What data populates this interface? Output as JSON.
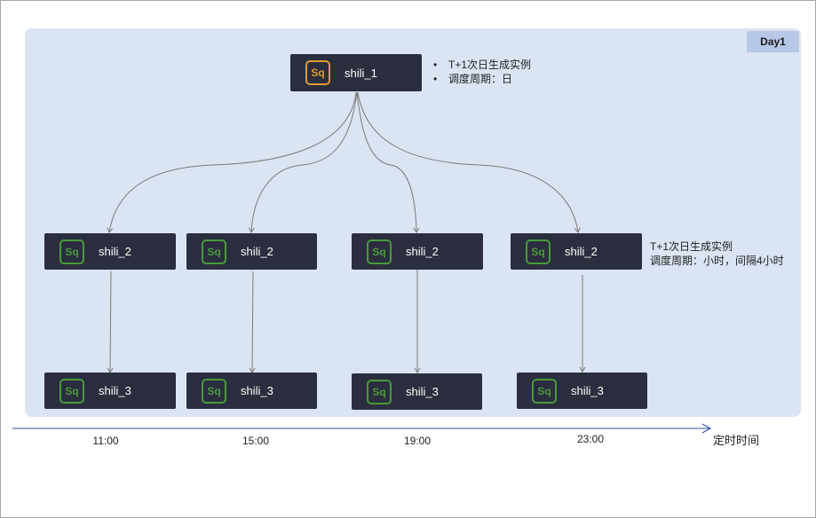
{
  "day_label": "Day1",
  "root": {
    "icon_text": "Sq",
    "label": "shili_1",
    "notes": [
      "T+1次日生成实例",
      "调度周期：日"
    ]
  },
  "level2": [
    {
      "icon_text": "Sq",
      "label": "shili_2"
    },
    {
      "icon_text": "Sq",
      "label": "shili_2"
    },
    {
      "icon_text": "Sq",
      "label": "shili_2"
    },
    {
      "icon_text": "Sq",
      "label": "shili_2"
    }
  ],
  "level2_note": [
    "T+1次日生成实例",
    "调度周期：小时，间隔4小时"
  ],
  "level3": [
    {
      "icon_text": "Sq",
      "label": "shili_3"
    },
    {
      "icon_text": "Sq",
      "label": "shili_3"
    },
    {
      "icon_text": "Sq",
      "label": "shili_3"
    },
    {
      "icon_text": "Sq",
      "label": "shili_3"
    }
  ],
  "timeline": {
    "ticks": [
      "11:00",
      "15:00",
      "19:00",
      "23:00"
    ],
    "title": "定时时间"
  },
  "colors": {
    "panel": "#dbe4f3",
    "node": "#2a2e3e",
    "sql_icon_green": "#4a9a3c",
    "sql_icon_orange": "#e09a2f",
    "axis": "#2f4fa0"
  }
}
